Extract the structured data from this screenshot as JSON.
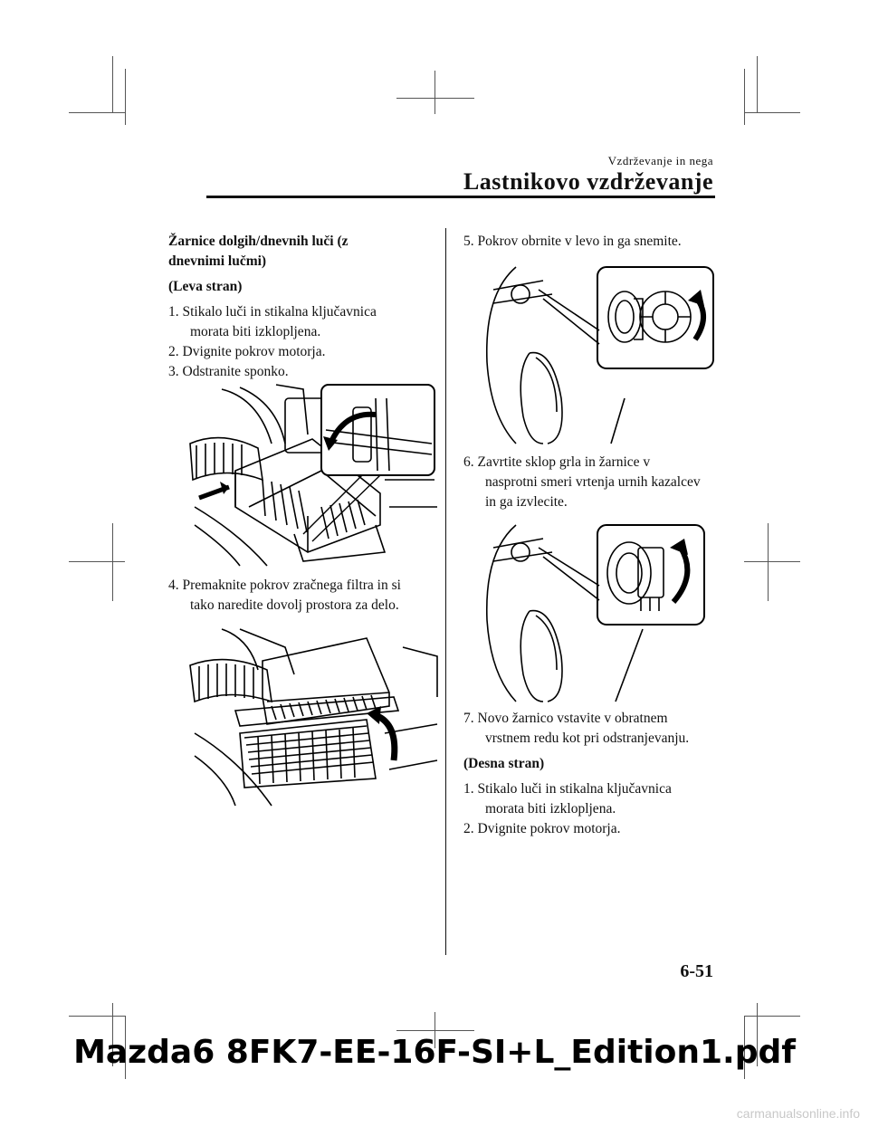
{
  "header": {
    "section_small": "Vzdrževanje in nega",
    "section_big": "Lastnikovo vzdrževanje"
  },
  "left": {
    "heading_line1": "Žarnice dolgih/dnevnih luči (z",
    "heading_line2": "dnevnimi lučmi)",
    "side": "(Leva stran)",
    "step1_a": "1. Stikalo luči in stikalna ključavnica",
    "step1_b": "morata biti izklopljena.",
    "step2": "2. Dvignite pokrov motorja.",
    "step3": "3. Odstranite sponko.",
    "step4_a": "4. Premaknite pokrov zračnega filtra in si",
    "step4_b": "tako naredite dovolj prostora za delo."
  },
  "right": {
    "step5": "5. Pokrov obrnite v levo in ga snemite.",
    "step6_a": "6. Zavrtite sklop grla in žarnice v",
    "step6_b": "nasprotni smeri vrtenja urnih kazalcev",
    "step6_c": "in ga izvlecite.",
    "step7_a": "7. Novo žarnico vstavite v obratnem",
    "step7_b": "vrstnem redu kot pri odstranjevanju.",
    "side": "(Desna stran)",
    "step1_a": "1. Stikalo luči in stikalna ključavnica",
    "step1_b": "morata biti izklopljena.",
    "step2": "2. Dvignite pokrov motorja."
  },
  "page_number": "6-51",
  "footer_filename": "Mazda6 8FK7-EE-16F-SI+L_Edition1.pdf",
  "watermark": "carmanualsonline.info"
}
